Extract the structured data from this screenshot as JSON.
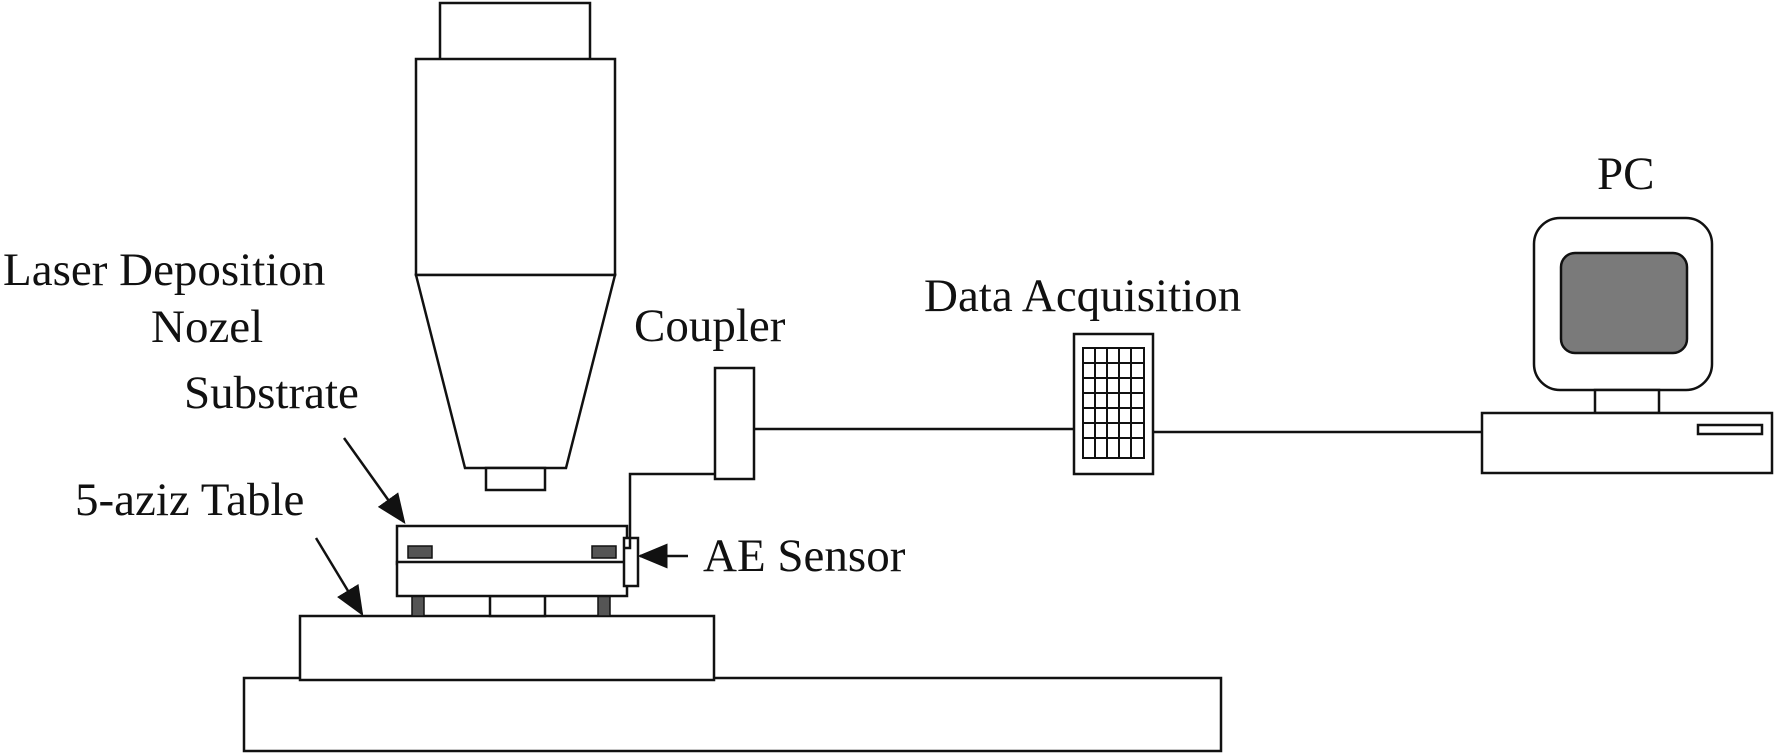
{
  "labels": {
    "laser_line1": "Laser Deposition",
    "laser_line2": "Nozel",
    "substrate": "Substrate",
    "table": "5-aziz Table",
    "coupler": "Coupler",
    "ae_sensor": "AE Sensor",
    "daq": "Data Acquisition",
    "pc": "PC"
  },
  "colors": {
    "line": "#111111",
    "screen": "#7a7a7a",
    "background": "#ffffff"
  },
  "icons": {
    "nozzle": "laser-nozzle-icon",
    "daq": "data-acquisition-icon",
    "pc": "computer-icon"
  }
}
